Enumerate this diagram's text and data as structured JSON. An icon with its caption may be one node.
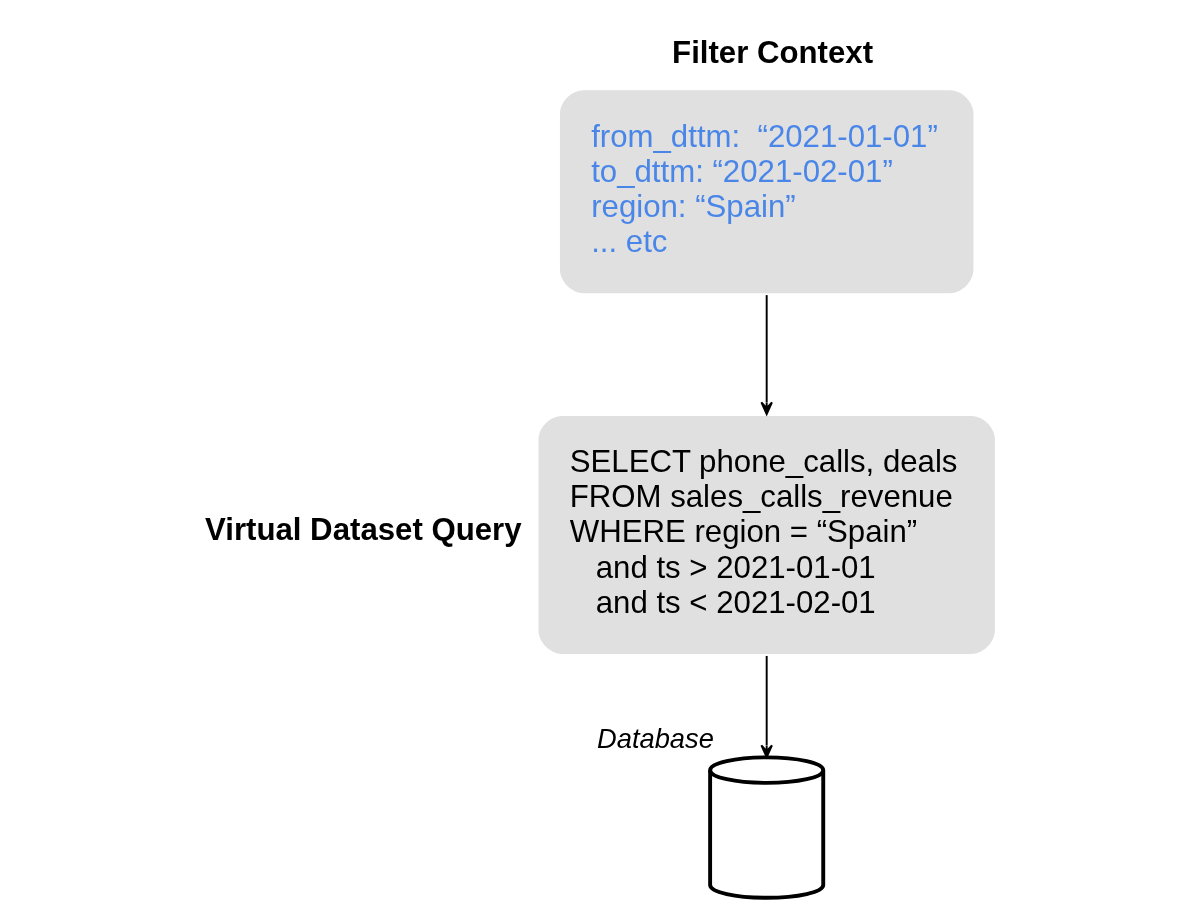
{
  "diagram": {
    "nodes": [
      {
        "text": [
          "Filter Context",
          "from_dttm:  “2021-01-01”",
          "to_dttm: “2021-02-01”",
          "region: “Spain”",
          "... etc"
        ]
      },
      {
        "text": [
          "SELECT phone_calls, deals",
          "FROM sales_calls_revenue",
          "WHERE region = “Spain”",
          "and ts > 2021-01-01",
          "and ts < 2021-02-01"
        ],
        "beside": [
          "Virtual Dataset Query"
        ]
      },
      {
        "text": [],
        "shape": "cylinder",
        "beside": [
          "Database"
        ]
      }
    ],
    "edges": [
      {
        "from": 0,
        "to": 1,
        "arrow": "to"
      },
      {
        "from": 1,
        "to": 2,
        "arrow": "to"
      }
    ]
  }
}
